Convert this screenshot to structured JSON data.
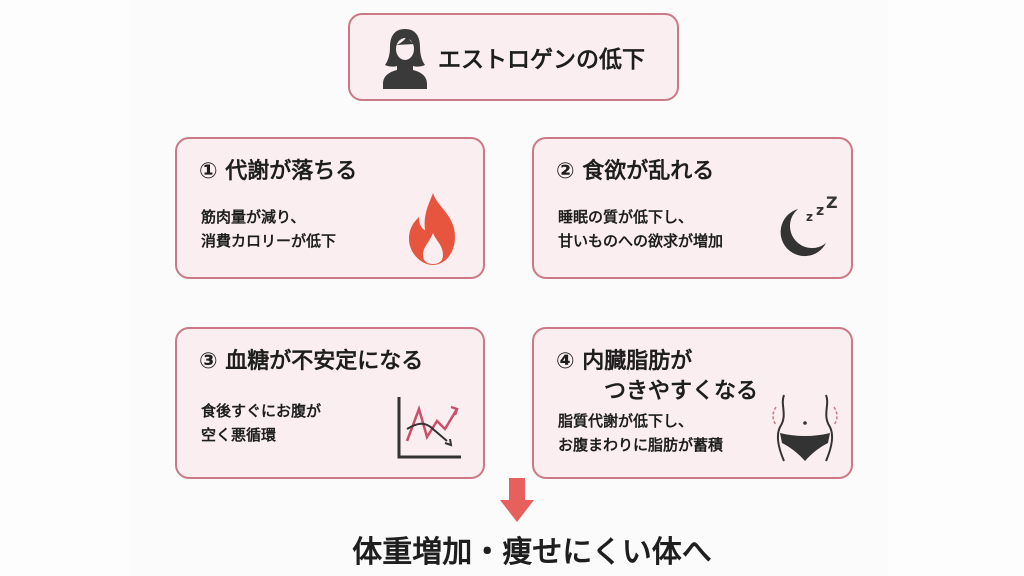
{
  "header": {
    "title": "エストロゲンの低下",
    "icon": "woman-icon"
  },
  "cards": [
    {
      "title": "① 代謝が落ちる",
      "desc": [
        "筋肉量が減り、",
        "消費カロリーが低下"
      ],
      "icon": "flame-icon"
    },
    {
      "title": "② 食欲が乱れる",
      "desc": [
        "睡眠の質が低下し、",
        "甘いものへの欲求が増加"
      ],
      "icon": "moon-sleep-icon"
    },
    {
      "title": "③ 血糖が不安定になる",
      "desc": [
        "食後すぐにお腹が",
        "空く悪循環"
      ],
      "icon": "fluctuating-chart-icon"
    },
    {
      "title": "④ 内臓脂肪が",
      "title2": "つきやすくなる",
      "desc": [
        "脂質代謝が低下し、",
        "お腹まわりに脂肪が蓄積"
      ],
      "icon": "waist-icon"
    }
  ],
  "conclusion": "体重増加・痩せにくい体へ",
  "colors": {
    "card_bg": "#fbeef0",
    "border": "#c97a86",
    "arrow": "#e8605e",
    "flame": "#e8553f"
  }
}
